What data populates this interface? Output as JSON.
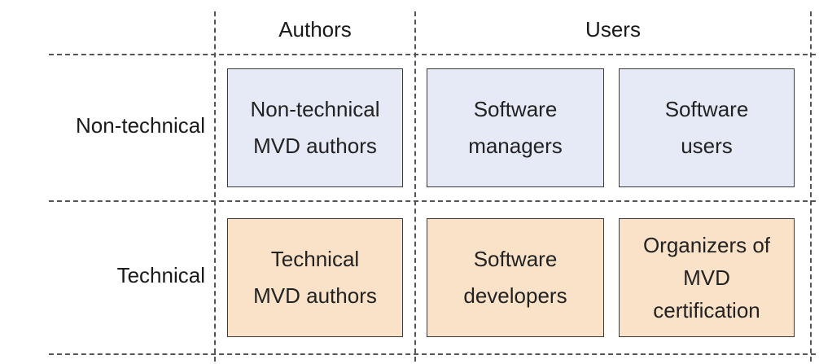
{
  "columns": {
    "authors": "Authors",
    "users": "Users"
  },
  "rows": {
    "non_technical": "Non-technical",
    "technical": "Technical"
  },
  "cells": {
    "nontech_authors": "Non-technical\nMVD authors",
    "nontech_managers": "Software\nmanagers",
    "nontech_users": "Software\nusers",
    "tech_authors": "Technical\nMVD authors",
    "tech_developers": "Software\ndevelopers",
    "tech_organizers": "Organizers of\nMVD\ncertification"
  },
  "colors": {
    "non_technical_fill": "#e6eaf6",
    "technical_fill": "#f9e2c8",
    "border": "#3a3a3a",
    "dashed_line": "#555555"
  }
}
